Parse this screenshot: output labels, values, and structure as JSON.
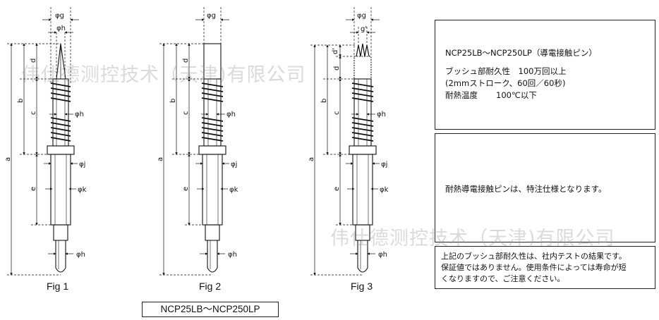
{
  "watermark": "伟仕德测控技术（天津)有限公司",
  "dims": {
    "phi_g": "φg",
    "phi_h": "φh",
    "phi_j": "φj",
    "phi_k": "φk",
    "g_prime": "g'",
    "a": "a",
    "b": "b",
    "c": "c",
    "d": "d",
    "d_prime": "d'",
    "e": "e"
  },
  "figures": [
    "Fig 1",
    "Fig 2",
    "Fig 3"
  ],
  "caption": "NCP25LB～NCP250LP",
  "spec_box": {
    "title": "NCP25LB～NCP250LP（導電接触ピン）",
    "durability_label": "ブッシュ部耐久性",
    "durability_value": "100万回以上",
    "durability_note": "(2mmストローク、60回／60秒)",
    "heat_label": "耐熱温度",
    "heat_value": "100℃以下"
  },
  "heat_box": {
    "text": "耐熱導電接触ピンは、特注仕様となります。"
  },
  "note_box": {
    "line1": "上記のブッシュ部耐久性は、社内テストの結果です。",
    "line2": "保証値ではありません。使用条件によっては寿命が短",
    "line3": "くなりますので、ご注意ください。"
  }
}
